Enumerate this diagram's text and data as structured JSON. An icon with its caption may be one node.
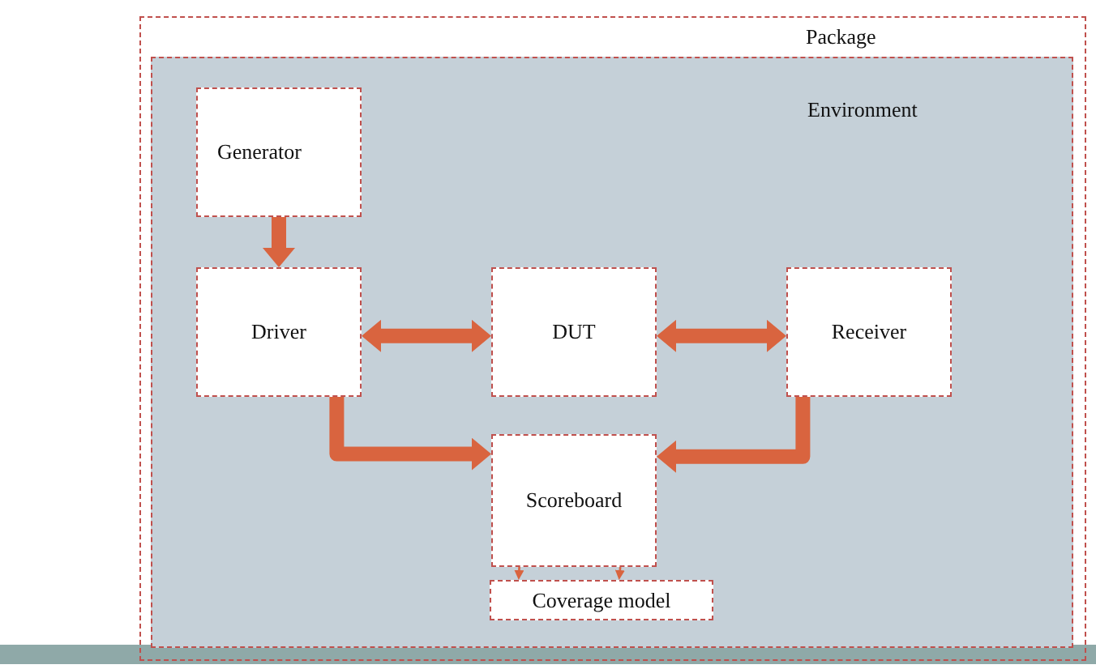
{
  "diagram": {
    "nodes": [
      {
        "text": [
          "Package"
        ]
      },
      {
        "text": [
          "Environment"
        ],
        "in": 0
      },
      {
        "text": [
          "Generator"
        ],
        "in": 1
      },
      {
        "text": [
          "Driver"
        ],
        "in": 1
      },
      {
        "text": [
          "DUT"
        ],
        "in": 1
      },
      {
        "text": [
          "Receiver"
        ],
        "in": 1
      },
      {
        "text": [
          "Scoreboard"
        ],
        "in": 1
      },
      {
        "text": [
          "Coverage model"
        ],
        "in": 1
      }
    ],
    "edges": [
      {
        "from": 2,
        "to": 3,
        "arrow": "to"
      },
      {
        "from": 3,
        "to": 4,
        "arrow": "both"
      },
      {
        "from": 4,
        "to": 5,
        "arrow": "both"
      },
      {
        "from": 3,
        "to": 6,
        "arrow": "to"
      },
      {
        "from": 5,
        "to": 6,
        "arrow": "to"
      },
      {
        "from": 6,
        "to": 7,
        "arrow": "to"
      },
      {
        "from": 6,
        "to": 7,
        "arrow": "to"
      }
    ]
  }
}
